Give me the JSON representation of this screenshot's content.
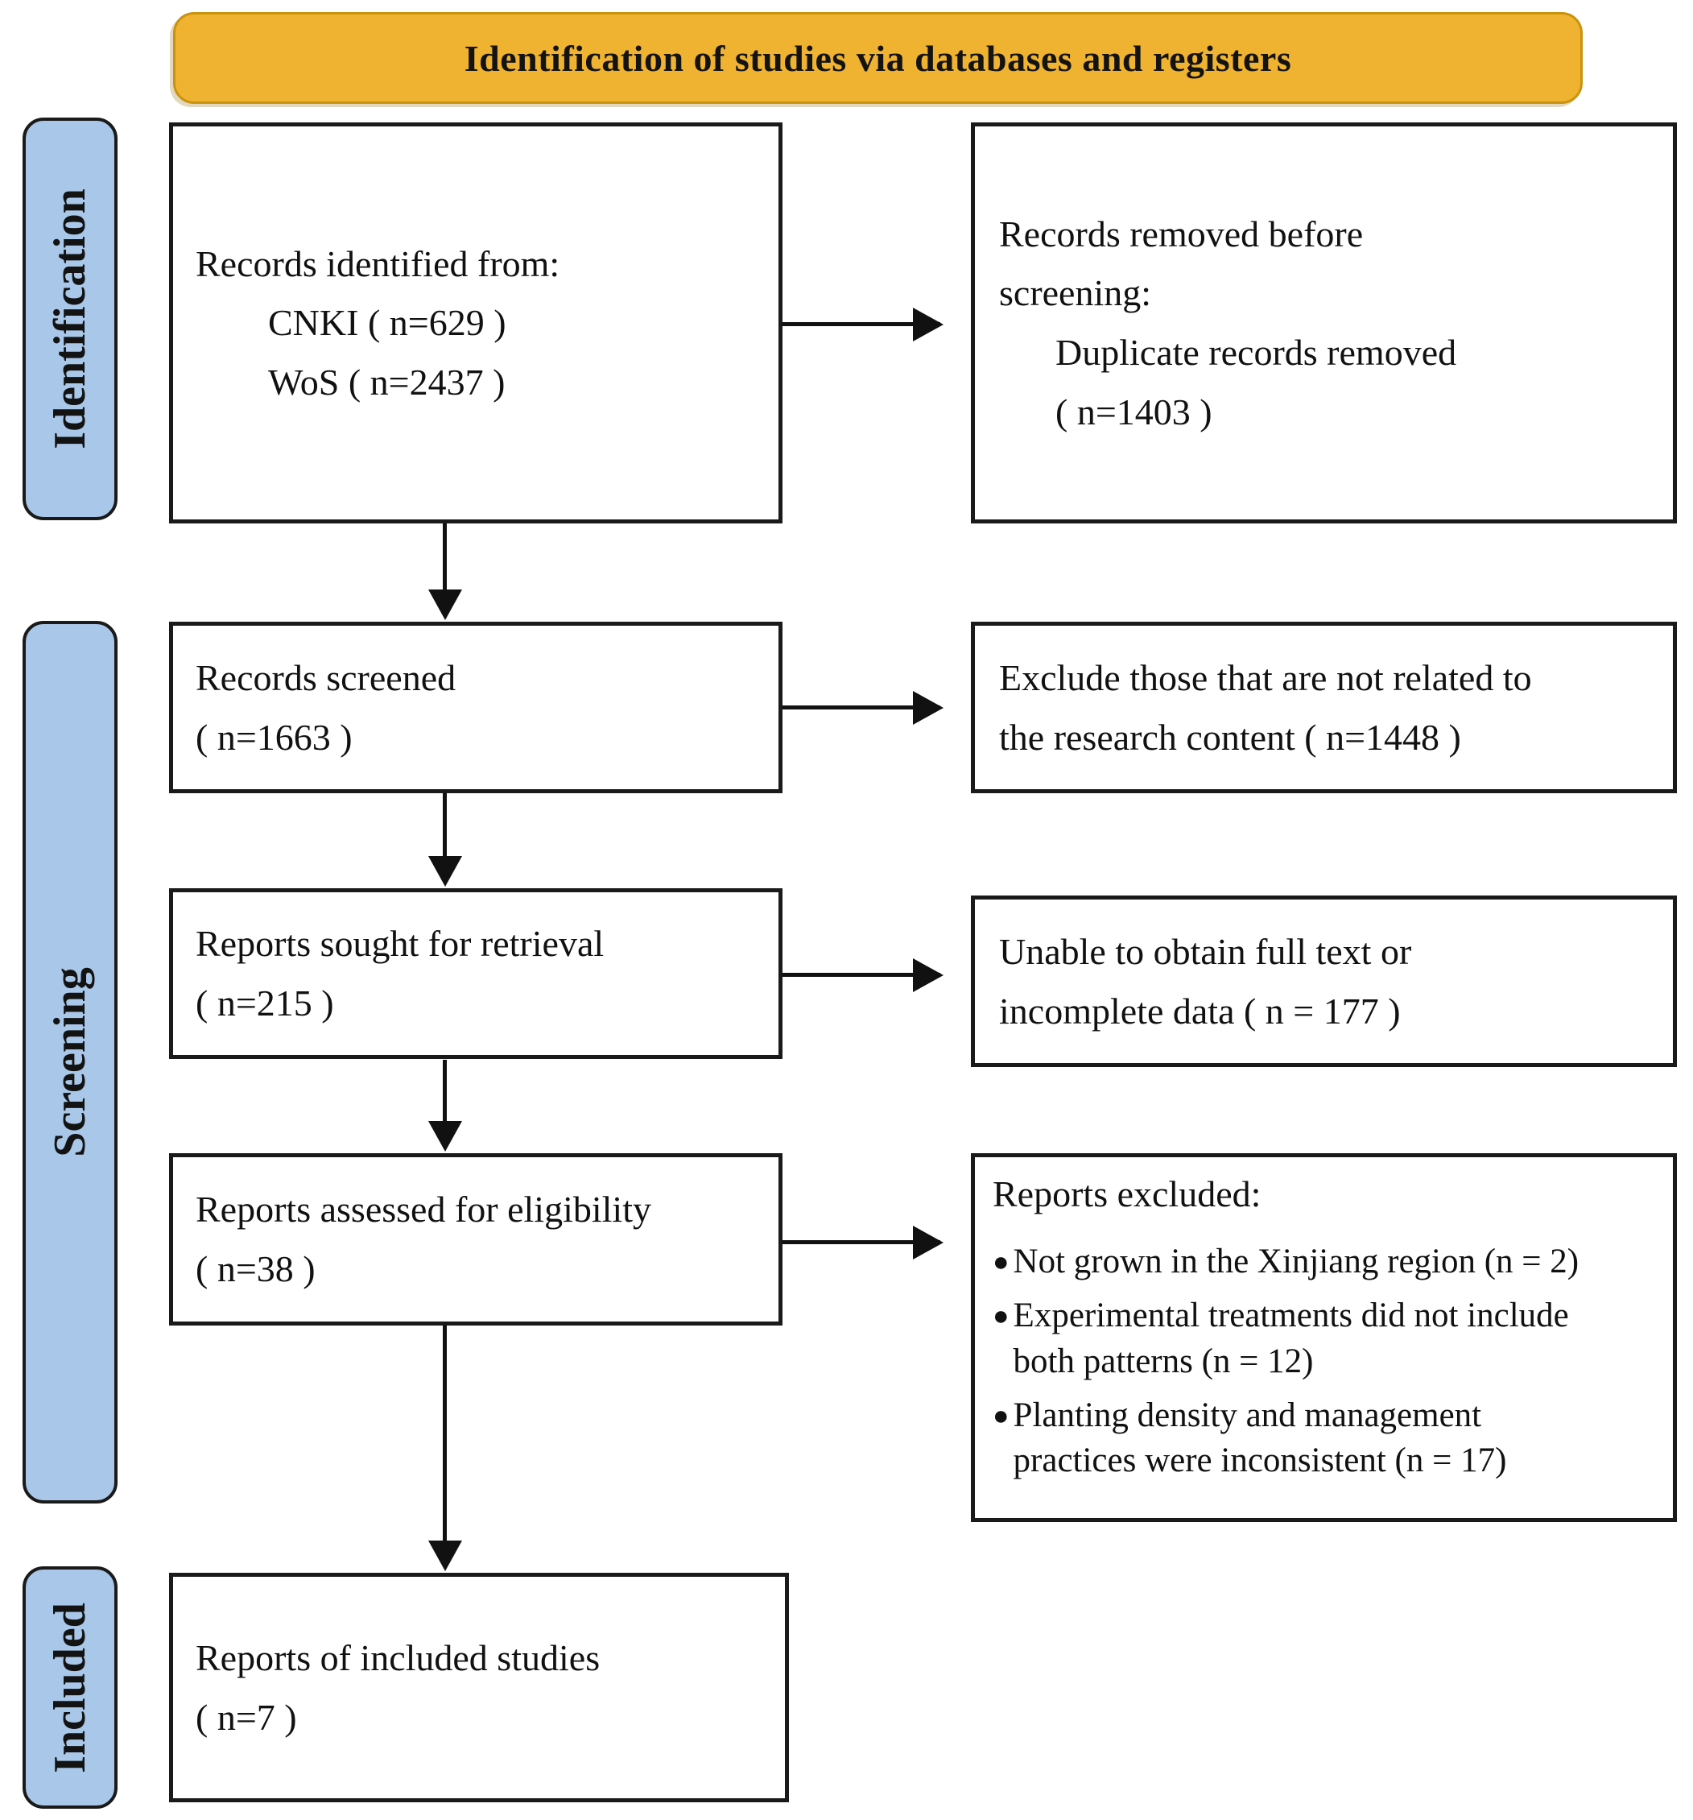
{
  "banner": {
    "title": "Identification of studies via databases and registers"
  },
  "sidebar": {
    "identification": "Identification",
    "screening": "Screening",
    "included": "Included"
  },
  "boxes": {
    "records_identified": {
      "title": "Records identified from:",
      "sources": [
        "CNKI ( n=629 )",
        "WoS ( n=2437 )"
      ]
    },
    "records_removed": {
      "title": "Records removed before\nscreening:",
      "detail": "Duplicate records removed\n( n=1403 )"
    },
    "records_screened": {
      "label": "Records screened",
      "count": "( n=1663 )"
    },
    "records_excluded": {
      "text": "Exclude those that are not related to\nthe research content ( n=1448 )"
    },
    "reports_sought": {
      "label": "Reports sought for retrieval",
      "count": "( n=215 )"
    },
    "reports_not_retrieved": {
      "text": "Unable to obtain full text or\nincomplete data ( n = 177 )"
    },
    "reports_assessed": {
      "label": "Reports assessed for eligibility",
      "count": "( n=38 )"
    },
    "reports_excluded": {
      "title": "Reports excluded:",
      "bullet_glyph": "●",
      "reasons": [
        "Not grown in the Xinjiang region (n = 2)",
        "Experimental treatments did not include\nboth patterns (n = 12)",
        "Planting density and management\npractices were inconsistent (n = 17)"
      ]
    },
    "reports_included": {
      "label": "Reports of included studies",
      "count": "( n=7 )"
    }
  },
  "colors": {
    "banner_bg": "#EFB231",
    "banner_border": "#C9930D",
    "stage_bg": "#A9C7E8",
    "line": "#111111"
  }
}
